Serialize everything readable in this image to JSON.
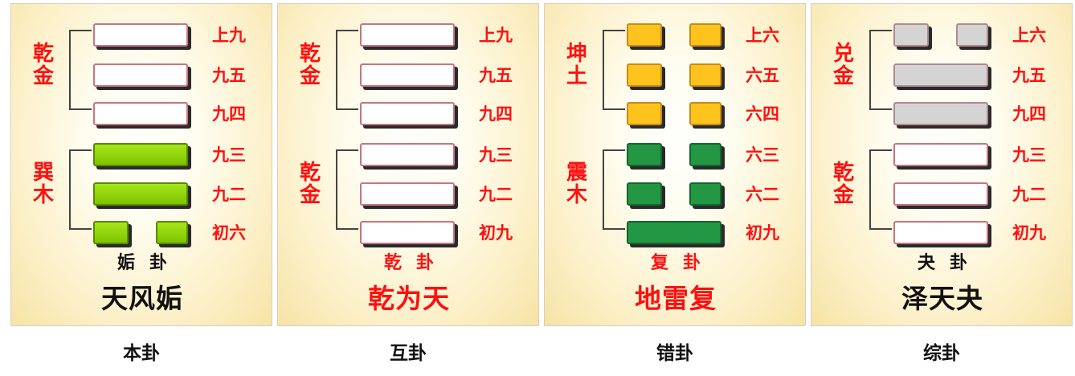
{
  "panels": [
    {
      "upper_trigram": "乾\n金",
      "lower_trigram": "巽\n木",
      "lines": [
        {
          "label": "上九",
          "type": "yang",
          "color": "white"
        },
        {
          "label": "九五",
          "type": "yang",
          "color": "white"
        },
        {
          "label": "九四",
          "type": "yang",
          "color": "white"
        },
        {
          "label": "九三",
          "type": "yang",
          "color": "green"
        },
        {
          "label": "九二",
          "type": "yang",
          "color": "green"
        },
        {
          "label": "初六",
          "type": "yin",
          "color": "green"
        }
      ],
      "gua_short": "姤卦",
      "gua_full": "天风姤",
      "name_color": "#111111",
      "caption": "本卦"
    },
    {
      "upper_trigram": "乾\n金",
      "lower_trigram": "乾\n金",
      "lines": [
        {
          "label": "上九",
          "type": "yang",
          "color": "white"
        },
        {
          "label": "九五",
          "type": "yang",
          "color": "white"
        },
        {
          "label": "九四",
          "type": "yang",
          "color": "white"
        },
        {
          "label": "九三",
          "type": "yang",
          "color": "white"
        },
        {
          "label": "九二",
          "type": "yang",
          "color": "white"
        },
        {
          "label": "初九",
          "type": "yang",
          "color": "white"
        }
      ],
      "gua_short": "乾卦",
      "gua_full": "乾为天",
      "name_color": "#ff1010",
      "caption": "互卦"
    },
    {
      "upper_trigram": "坤\n土",
      "lower_trigram": "震\n木",
      "lines": [
        {
          "label": "上六",
          "type": "yin",
          "color": "orange"
        },
        {
          "label": "六五",
          "type": "yin",
          "color": "orange"
        },
        {
          "label": "六四",
          "type": "yin",
          "color": "orange"
        },
        {
          "label": "六三",
          "type": "yin",
          "color": "dkgreen"
        },
        {
          "label": "六二",
          "type": "yin",
          "color": "dkgreen"
        },
        {
          "label": "初九",
          "type": "yang",
          "color": "dkgreen"
        }
      ],
      "gua_short": "复卦",
      "gua_full": "地雷复",
      "name_color": "#ff1010",
      "caption": "错卦"
    },
    {
      "upper_trigram": "兑\n金",
      "lower_trigram": "乾\n金",
      "lines": [
        {
          "label": "上六",
          "type": "yin",
          "color": "gray"
        },
        {
          "label": "九五",
          "type": "yang",
          "color": "gray"
        },
        {
          "label": "九四",
          "type": "yang",
          "color": "gray"
        },
        {
          "label": "九三",
          "type": "yang",
          "color": "white"
        },
        {
          "label": "九二",
          "type": "yang",
          "color": "white"
        },
        {
          "label": "初九",
          "type": "yang",
          "color": "white"
        }
      ],
      "gua_short": "夬卦",
      "gua_full": "泽天夬",
      "name_color": "#111111",
      "caption": "综卦"
    }
  ]
}
